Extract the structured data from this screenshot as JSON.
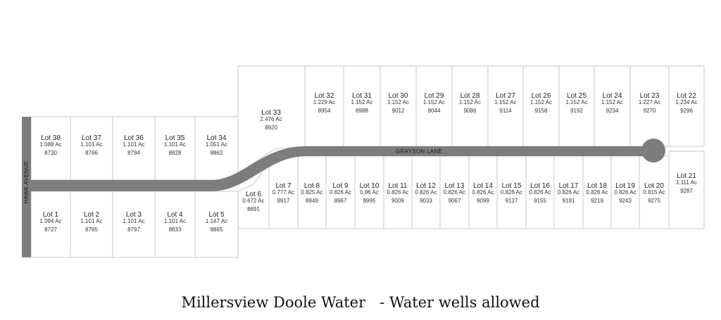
{
  "caption": "Millersview Doole Water   - Water wells allowed",
  "streets": {
    "hawk_avenue": "HAWK AVENUE",
    "grayson_lane": "GRAYSON LANE"
  },
  "colors": {
    "road": "#7d7d7d",
    "lot_border": "#c8c8c8"
  },
  "lots": [
    {
      "id": "1",
      "name": "Lot 1",
      "area": "1.094 Ac",
      "address": "8727"
    },
    {
      "id": "2",
      "name": "Lot 2",
      "area": "1.101 Ac",
      "address": "8765"
    },
    {
      "id": "3",
      "name": "Lot 3",
      "area": "1.101 Ac",
      "address": "8797"
    },
    {
      "id": "4",
      "name": "Lot 4",
      "area": "1.101 Ac",
      "address": "8833"
    },
    {
      "id": "5",
      "name": "Lot 5",
      "area": "1.147 Ac",
      "address": "8865"
    },
    {
      "id": "6",
      "name": "Lot 6",
      "area": "0.672 Ac",
      "address": "8891"
    },
    {
      "id": "7",
      "name": "Lot 7",
      "area": "0.777 Ac",
      "address": "8917"
    },
    {
      "id": "8",
      "name": "Lot 8",
      "area": "0.825 Ac",
      "address": "8949"
    },
    {
      "id": "9",
      "name": "Lot 9",
      "area": "0.826 Ac",
      "address": "8967"
    },
    {
      "id": "10",
      "name": "Lot 10",
      "area": "0.86 Ac",
      "address": "8995"
    },
    {
      "id": "11",
      "name": "Lot 11",
      "area": "0.826 Ac",
      "address": "9009"
    },
    {
      "id": "12",
      "name": "Lot 12",
      "area": "0.826 Ac",
      "address": "9033"
    },
    {
      "id": "13",
      "name": "Lot 13",
      "area": "0.826 Ac",
      "address": "9067"
    },
    {
      "id": "14",
      "name": "Lot 14",
      "area": "0.826 Ac",
      "address": "9099"
    },
    {
      "id": "15",
      "name": "Lot 15",
      "area": "0.826 Ac",
      "address": "9127"
    },
    {
      "id": "16",
      "name": "Lot 16",
      "area": "0.826 Ac",
      "address": "9155"
    },
    {
      "id": "17",
      "name": "Lot 17",
      "area": "0.826 Ac",
      "address": "9181"
    },
    {
      "id": "18",
      "name": "Lot 18",
      "area": "0.826 Ac",
      "address": "9219"
    },
    {
      "id": "19",
      "name": "Lot 19",
      "area": "0.826 Ac",
      "address": "9243"
    },
    {
      "id": "20",
      "name": "Lot 20",
      "area": "0.815 Ac",
      "address": "9275"
    },
    {
      "id": "21",
      "name": "Lot 21",
      "area": "1.111 Ac",
      "address": "9287"
    },
    {
      "id": "22",
      "name": "Lot 22",
      "area": "1.234 Ac",
      "address": "9296"
    },
    {
      "id": "23",
      "name": "Lot 23",
      "area": "1.227 Ac",
      "address": "9270"
    },
    {
      "id": "24",
      "name": "Lot 24",
      "area": "1.152 Ac",
      "address": "9234"
    },
    {
      "id": "25",
      "name": "Lot 25",
      "area": "1.152 Ac",
      "address": "9192"
    },
    {
      "id": "26",
      "name": "Lot 26",
      "area": "1.152 Ac",
      "address": "9158"
    },
    {
      "id": "27",
      "name": "Lot 27",
      "area": "1.152 Ac",
      "address": "9114"
    },
    {
      "id": "28",
      "name": "Lot 28",
      "area": "1.152 Ac",
      "address": "9086"
    },
    {
      "id": "29",
      "name": "Lot 29",
      "area": "1.152 Ac",
      "address": "9044"
    },
    {
      "id": "30",
      "name": "Lot 30",
      "area": "1.152 Ac",
      "address": "9012"
    },
    {
      "id": "31",
      "name": "Lot 31",
      "area": "1.152 Ac",
      "address": "8988"
    },
    {
      "id": "32",
      "name": "Lot 32",
      "area": "1.229 Ac",
      "address": "8954"
    },
    {
      "id": "33",
      "name": "Lot 33",
      "area": "2.476 Ac",
      "address": "8920"
    },
    {
      "id": "34",
      "name": "Lot 34",
      "area": "1.051 Ac",
      "address": "8862"
    },
    {
      "id": "35",
      "name": "Lot 35",
      "area": "1.101 Ac",
      "address": "8828"
    },
    {
      "id": "36",
      "name": "Lot 36",
      "area": "1.101 Ac",
      "address": "8794"
    },
    {
      "id": "37",
      "name": "Lot 37",
      "area": "1.101 Ac",
      "address": "8766"
    },
    {
      "id": "38",
      "name": "Lot 38",
      "area": "1.088 Ac",
      "address": "8730"
    }
  ]
}
